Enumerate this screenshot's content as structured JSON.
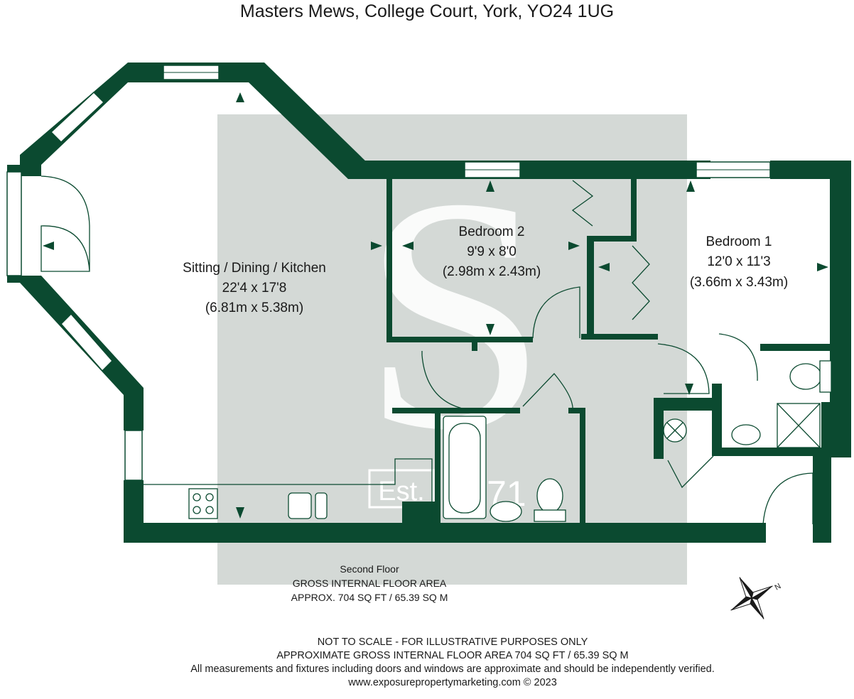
{
  "header": {
    "address": "Masters Mews, College Court, York, YO24 1UG"
  },
  "rooms": [
    {
      "id": "sitting",
      "name": "Sitting / Dining / Kitchen",
      "imperial": "22'4 x 17'8",
      "metric": "(6.81m x 5.38m)"
    },
    {
      "id": "bedroom2",
      "name": "Bedroom 2",
      "imperial": "9'9 x 8'0",
      "metric": "(2.98m x 2.43m)"
    },
    {
      "id": "bedroom1",
      "name": "Bedroom 1",
      "imperial": "12'0 x 11'3",
      "metric": "(3.66m x 3.43m)"
    }
  ],
  "floor": {
    "level": "Second Floor",
    "area_label": "GROSS INTERNAL FLOOR AREA",
    "area_value": "APPROX. 704 SQ FT / 65.39 SQ M"
  },
  "watermark": {
    "letter": "S",
    "est": "Est.",
    "year": "1871"
  },
  "compass": {
    "north_label": "N"
  },
  "footer": {
    "line1": "NOT TO SCALE - FOR ILLUSTRATIVE PURPOSES ONLY",
    "line2": "APPROXIMATE GROSS INTERNAL FLOOR AREA 704 SQ FT / 65.39 SQ M",
    "line3": "All measurements and fixtures including doors and windows are approximate and should be independently verified.",
    "line4": "www.exposurepropertymarketing.com © 2023"
  },
  "colors": {
    "wall": "#0b4a30",
    "watermark_bg": "#d4d9d6",
    "text": "#1a1a1a"
  }
}
